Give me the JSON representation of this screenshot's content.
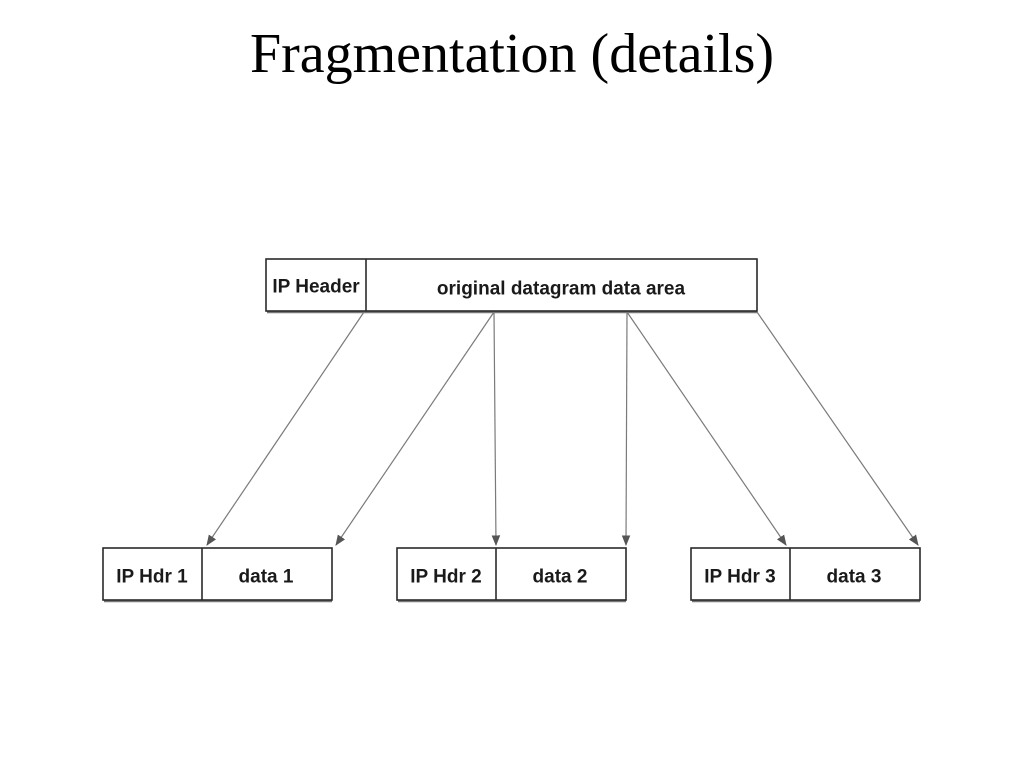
{
  "title": "Fragmentation (details)",
  "original": {
    "header_label": "IP Header",
    "data_label": "original datagram data area"
  },
  "fragments": [
    {
      "header_label": "IP Hdr 1",
      "data_label": "data 1"
    },
    {
      "header_label": "IP Hdr 2",
      "data_label": "data 2"
    },
    {
      "header_label": "IP Hdr 3",
      "data_label": "data 3"
    }
  ],
  "colors": {
    "stroke": "#2a2a2a",
    "arrow": "#7a7a7a",
    "background": "#ffffff"
  }
}
